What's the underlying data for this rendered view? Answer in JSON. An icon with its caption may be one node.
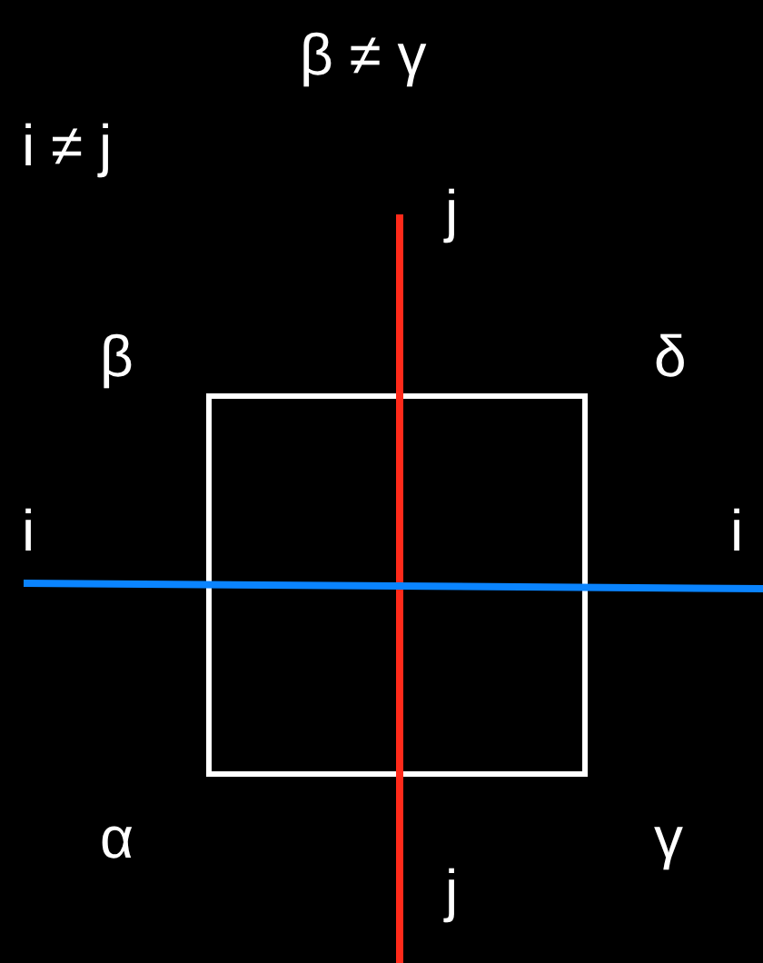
{
  "diagram": {
    "title": "β ≠ γ",
    "nodes": [
      {
        "text": [],
        "shape": "box"
      }
    ],
    "labels": [
      "i ≠ j",
      "j",
      "β",
      "δ",
      "i",
      "i",
      "α",
      "γ",
      "j"
    ]
  }
}
